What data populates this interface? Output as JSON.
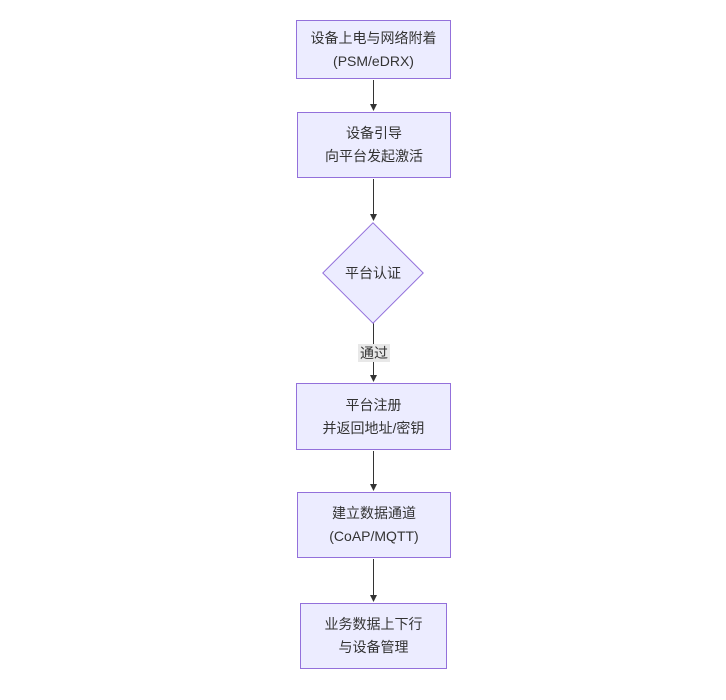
{
  "diagram": {
    "type": "flowchart",
    "direction": "top-down",
    "colors": {
      "node_fill": "#ECECFF",
      "node_border": "#9370DB",
      "text_color": "#333333",
      "arrow_color": "#333333",
      "edge_label_bg": "#e8e8e8",
      "canvas_bg": "#ffffff"
    },
    "nodes": {
      "attach": {
        "shape": "rect",
        "line1": "设备上电与网络附着",
        "line2": "(PSM/eDRX)"
      },
      "bootstrap": {
        "shape": "rect",
        "line1": "设备引导",
        "line2": "向平台发起激活"
      },
      "auth": {
        "shape": "diamond",
        "label": "平台认证"
      },
      "register": {
        "shape": "rect",
        "line1": "平台注册",
        "line2": "并返回地址/密钥"
      },
      "channel": {
        "shape": "rect",
        "line1": "建立数据通道",
        "line2": "(CoAP/MQTT)"
      },
      "business": {
        "shape": "rect",
        "line1": "业务数据上下行",
        "line2": "与设备管理"
      }
    },
    "edges": [
      {
        "from": "attach",
        "to": "bootstrap",
        "label": ""
      },
      {
        "from": "bootstrap",
        "to": "auth",
        "label": ""
      },
      {
        "from": "auth",
        "to": "register",
        "label": "通过"
      },
      {
        "from": "register",
        "to": "channel",
        "label": ""
      },
      {
        "from": "channel",
        "to": "business",
        "label": ""
      }
    ],
    "edge_labels": {
      "pass": "通过"
    }
  }
}
